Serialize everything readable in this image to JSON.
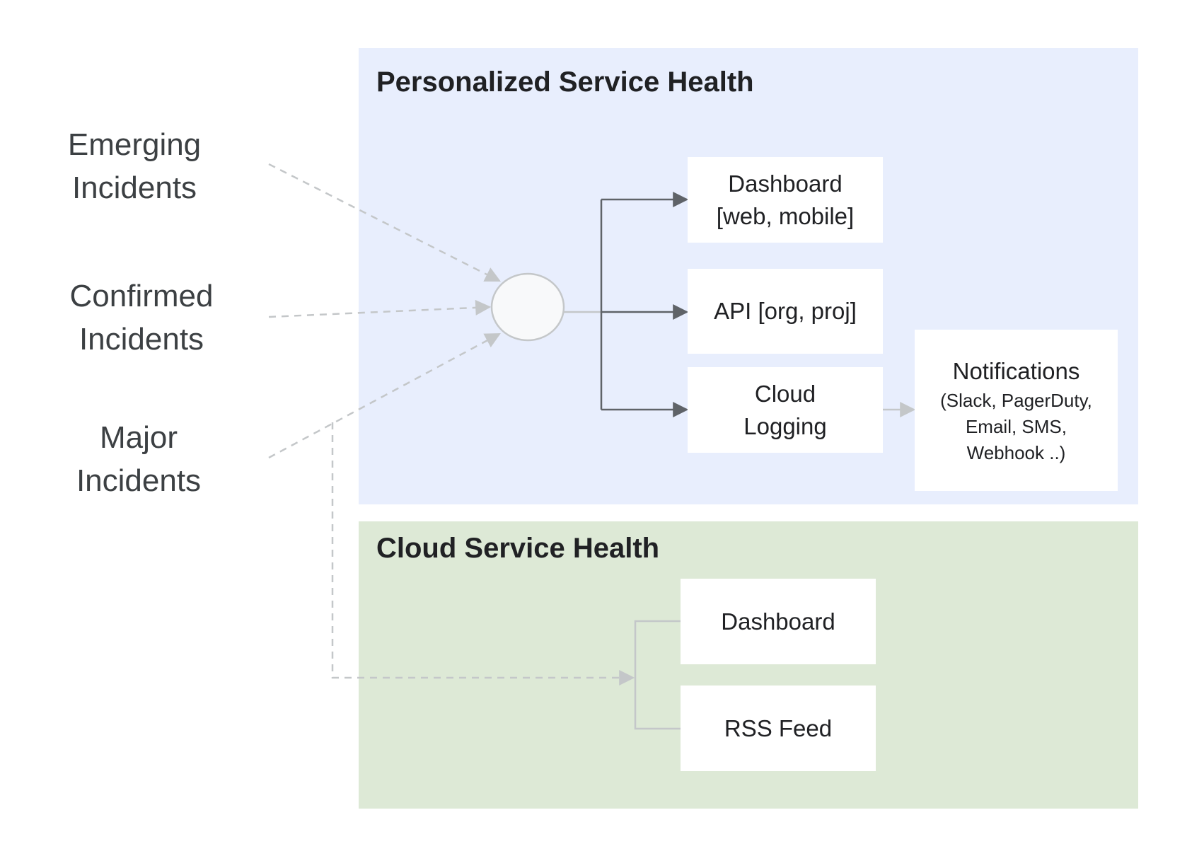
{
  "panels": {
    "personalized": {
      "title": "Personalized Service Health"
    },
    "cloud": {
      "title": "Cloud Service Health"
    }
  },
  "sources": [
    {
      "line1": "Emerging",
      "line2": "Incidents"
    },
    {
      "line1": "Confirmed",
      "line2": "Incidents"
    },
    {
      "line1": "Major",
      "line2": "Incidents"
    }
  ],
  "personalized_outputs": {
    "dashboard": {
      "line1": "Dashboard",
      "line2": "[web, mobile]"
    },
    "api": {
      "label": "API [org, proj]"
    },
    "logging": {
      "line1": "Cloud",
      "line2": "Logging"
    },
    "notifications": {
      "title": "Notifications",
      "line1": "(Slack, PagerDuty,",
      "line2": "Email, SMS,",
      "line3": "Webhook ..)"
    }
  },
  "cloud_outputs": {
    "dashboard": {
      "label": "Dashboard"
    },
    "rss": {
      "label": "RSS Feed"
    }
  },
  "colors": {
    "personalized_bg": "#e8eefd",
    "cloud_bg": "#dde9d6",
    "solid_arrow": "#5f6368",
    "dashed_arrow": "#c4c7c9"
  }
}
